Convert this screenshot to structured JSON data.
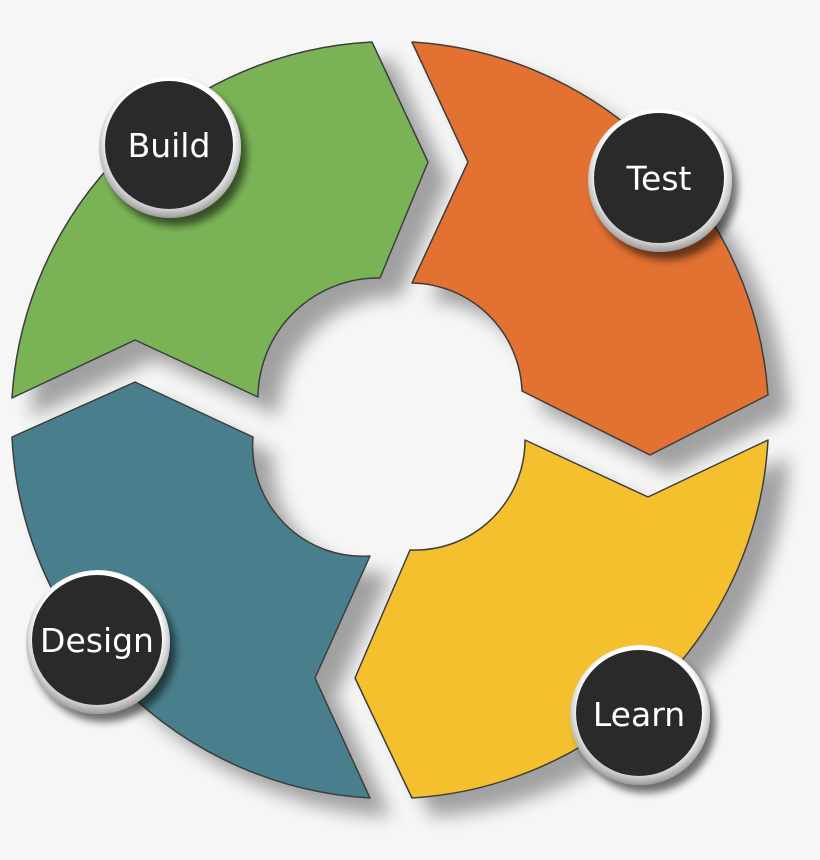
{
  "diagram": {
    "stages": [
      {
        "label": "Build",
        "color": "#7ab356",
        "badge_color": "#2c2c2c"
      },
      {
        "label": "Test",
        "color": "#e27130",
        "badge_color": "#2c2c2c"
      },
      {
        "label": "Learn",
        "color": "#f4c02e",
        "badge_color": "#2c2c2c"
      },
      {
        "label": "Design",
        "color": "#4a7f8c",
        "badge_color": "#2c2c2c"
      }
    ]
  }
}
